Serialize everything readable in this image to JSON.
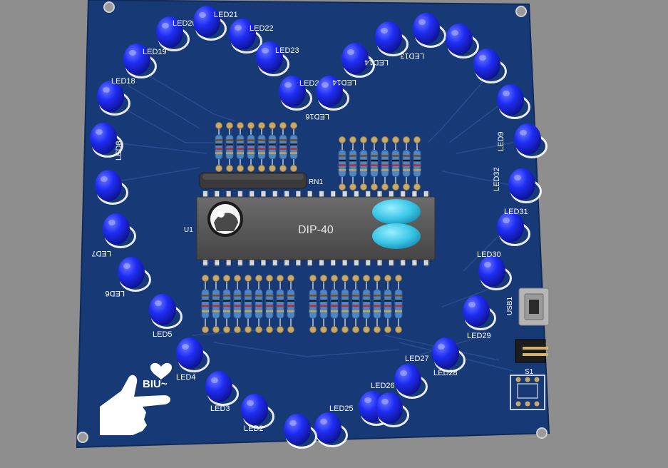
{
  "colors": {
    "background": "#8e8e8e",
    "board": "#173a77",
    "trace": "#2a4f92",
    "silk": "#ffffff",
    "led": "#1f2df5",
    "resistor": "#4f86c6",
    "pad": "#c9a96a",
    "chip": "#5a5a5a",
    "crystal": "#39c6e8"
  },
  "board": {
    "chip_label": "DIP-40",
    "u1_label": "U1",
    "rn1_label": "RN1",
    "usb_label": "USB1",
    "switch_label": "S1",
    "logo_text": "BIU~",
    "logo_icon": "heart-icon",
    "hand_icon": "hand-gesture-icon"
  },
  "leds": [
    {
      "label": "LED2"
    },
    {
      "label": "LED3"
    },
    {
      "label": "LED4"
    },
    {
      "label": "LED5"
    },
    {
      "label": "LED6"
    },
    {
      "label": "LED7"
    },
    {
      "label": "LED8"
    },
    {
      "label": "LED18"
    },
    {
      "label": "LED19"
    },
    {
      "label": "LED20"
    },
    {
      "label": "LED21"
    },
    {
      "label": "LED22"
    },
    {
      "label": "LED23"
    },
    {
      "label": "LED24"
    },
    {
      "label": "LED16"
    },
    {
      "label": "LED14"
    },
    {
      "label": "LED14"
    },
    {
      "label": "LED13"
    },
    {
      "label": "LED9"
    },
    {
      "label": "LED32"
    },
    {
      "label": "LED31"
    },
    {
      "label": "LED30"
    },
    {
      "label": "LED29"
    },
    {
      "label": "LED28"
    },
    {
      "label": "LED27"
    },
    {
      "label": "LED26"
    },
    {
      "label": "LED25"
    },
    {
      "label": ""
    },
    {
      "label": ""
    },
    {
      "label": ""
    },
    {
      "label": ""
    },
    {
      "label": ""
    },
    {
      "label": ""
    }
  ]
}
